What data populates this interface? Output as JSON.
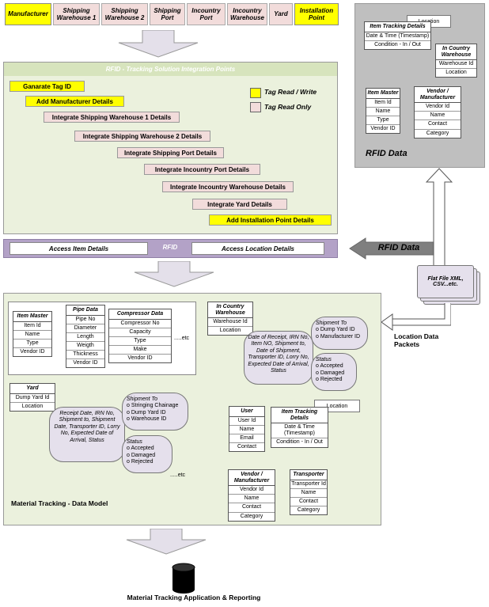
{
  "stages": [
    {
      "label": "Manufacturer",
      "color": "yellow"
    },
    {
      "label": "Shipping Warehouse 1",
      "color": "pink"
    },
    {
      "label": "Shipping Warehouse 2",
      "color": "pink"
    },
    {
      "label": "Shipping Port",
      "color": "pink"
    },
    {
      "label": "Incountry Port",
      "color": "pink"
    },
    {
      "label": "Incountry Warehouse",
      "color": "pink"
    },
    {
      "label": "Yard",
      "color": "pink"
    },
    {
      "label": "Installation Point",
      "color": "yellow"
    }
  ],
  "integration": {
    "title": "RFID - Tracking Solution Integration Points",
    "steps": [
      "Ganarate Tag ID",
      "Add Manufacturer Details",
      "Integrate Shipping Warehouse 1 Details",
      "Integrate Shipping Warehouse 2 Details",
      "Integrate Shipping Port Details",
      "Integrate Incountry Port Details",
      "Integrate Incountry Warehouse Details",
      "Integrate Yard Details",
      "Add Installation Point Details"
    ],
    "legend": {
      "read_write": "Tag Read / Write",
      "read_only": "Tag Read Only"
    }
  },
  "access": {
    "item": "Access Item Details",
    "center": "RFID",
    "location": "Access Location Details"
  },
  "rfid_data": {
    "caption": "RFID Data",
    "location": "Location",
    "tracking": {
      "title": "Item Tracking Details",
      "rows": [
        "Date & Time (Timestamp)",
        "Condition - In / Out"
      ]
    },
    "warehouse": {
      "title": "In Country Warehouse",
      "rows": [
        "Warehouse Id",
        "Location"
      ]
    },
    "item_master": {
      "title": "Item Master",
      "rows": [
        "Item Id",
        "Name",
        "Type",
        "Vendor ID"
      ]
    },
    "vendor": {
      "title": "Vendor / Manufacturer",
      "rows": [
        "Vendor Id",
        "Name",
        "Contact",
        "Category"
      ]
    }
  },
  "rfid_arrow": "RFID Data",
  "flat_file": "Flat File XML, CSV...etc.",
  "location_packets": "Location Data Packets",
  "model": {
    "title": "Material Tracking - Data Model",
    "item_master": {
      "title": "Item Master",
      "rows": [
        "Item Id",
        "Name",
        "Type",
        "Vendor ID"
      ]
    },
    "pipe": {
      "title": "Pipe Data",
      "rows": [
        "Pipe No",
        "Diameter",
        "Length",
        "Weigth",
        "Thickness",
        "Vendor ID"
      ]
    },
    "compressor": {
      "title": "Compressor Data",
      "rows": [
        "Compressor No",
        "Capacity",
        "Type",
        "Make",
        "Vendor ID"
      ]
    },
    "etc": ".....etc",
    "warehouse": {
      "title": "In Country Warehouse",
      "rows": [
        "Warehouse Id",
        "Location"
      ]
    },
    "wh_bubble": "Date of Receipt, IRN No, Item NO, Shipment to, Date of Shipment, Transporter ID, Lorry No, Expected Date of Arrival, Status",
    "wh_ship": {
      "title": "Shipment To",
      "items": [
        "Dump Yard ID",
        "Manufacturer ID"
      ]
    },
    "wh_status": {
      "title": "Status",
      "items": [
        "Accepted",
        "Damaged",
        "Rejected"
      ]
    },
    "yard": {
      "title": "Yard",
      "rows": [
        "Dump Yard Id",
        "Location"
      ]
    },
    "yard_bubble": "Receipt Date, IRN No, Shipment to, Shipment Date, Transporter ID, Lorry No, Expected Date of Arrival, Status",
    "yard_ship": {
      "title": "Shipment To",
      "items": [
        "Stringing Chainage",
        "Dump Yard ID",
        "Warehouse ID"
      ]
    },
    "yard_status": {
      "title": "Status",
      "items": [
        "Accepted",
        "Damaged",
        "Rejected"
      ]
    },
    "yard_etc": ".....etc",
    "user": {
      "title": "User",
      "rows": [
        "User Id",
        "Name",
        "Email",
        "Contact"
      ]
    },
    "tracking": {
      "title": "Item Tracking Details",
      "rows": [
        "Date & Time (Timestamp)",
        "Condition - In / Out"
      ]
    },
    "location": "Location",
    "vendor": {
      "title": "Vendor / Manufacturer",
      "rows": [
        "Vendor Id",
        "Name",
        "Contact",
        "Category"
      ]
    },
    "transporter": {
      "title": "Transporter",
      "rows": [
        "Transporter Id",
        "Name",
        "Contact",
        "Category"
      ]
    }
  },
  "footer": "Material Tracking Application & Reporting"
}
